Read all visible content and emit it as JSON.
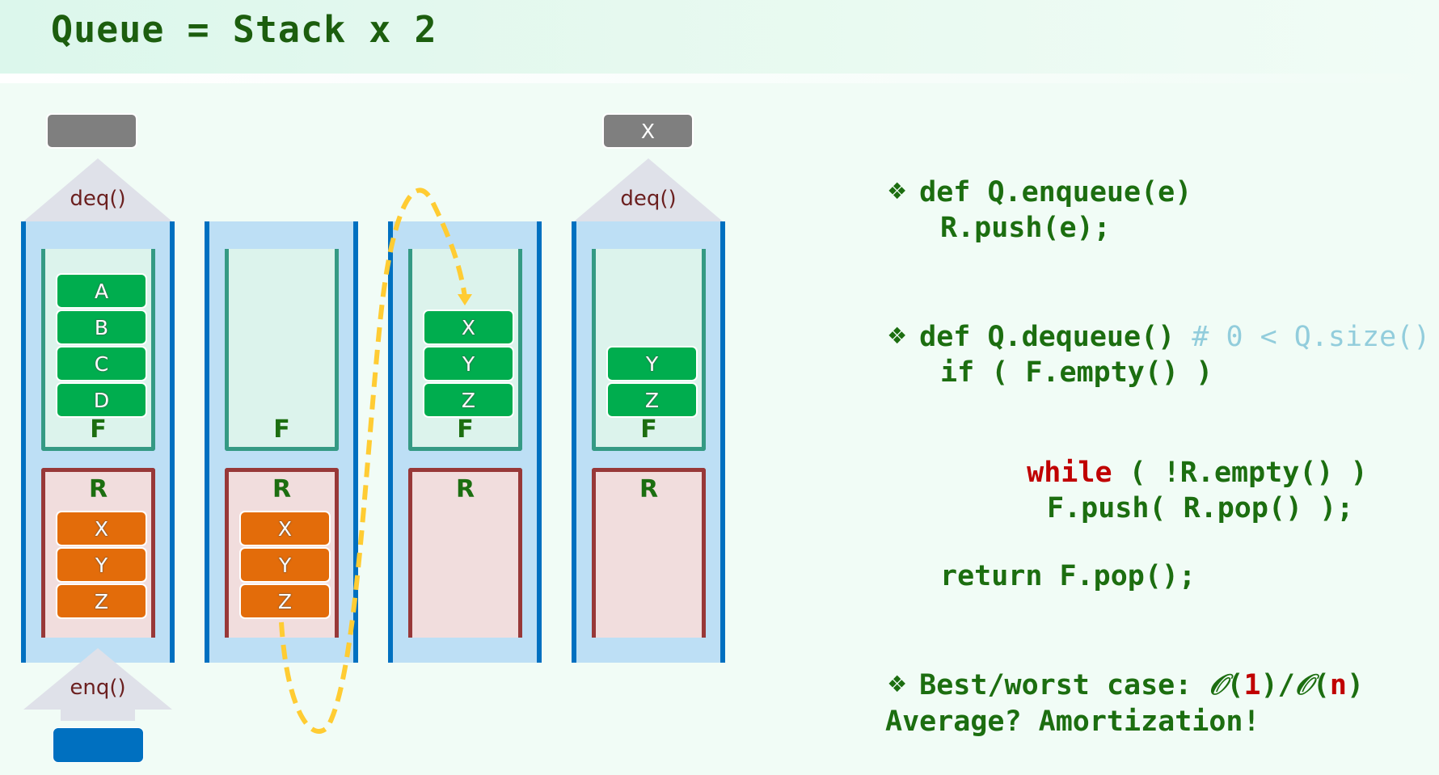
{
  "title": "Queue = Stack x 2",
  "colors": {
    "title_text": "#1c5e0e",
    "code_text": "#1c6e10",
    "keyword_red": "#c00000",
    "comment": "#92cddc",
    "front_item": "#00ad4e",
    "rear_item": "#e36c0a",
    "column_border": "#0070c0",
    "front_border": "#359a84",
    "rear_border": "#983838",
    "output_box": "#7f7f7f",
    "input_box": "#0070c0",
    "transfer_arrow": "#ffcc33"
  },
  "diagram": {
    "columns": [
      {
        "front_label": "F",
        "rear_label": "R",
        "front_items": [
          "A",
          "B",
          "C",
          "D"
        ],
        "rear_items": [
          "X",
          "Y",
          "Z"
        ],
        "top_arrow": {
          "label": "deq()",
          "output": ""
        },
        "bottom_arrow": {
          "label": "enq()"
        }
      },
      {
        "front_label": "F",
        "rear_label": "R",
        "front_items": [],
        "rear_items": [
          "X",
          "Y",
          "Z"
        ]
      },
      {
        "front_label": "F",
        "rear_label": "R",
        "front_items": [
          "X",
          "Y",
          "Z"
        ],
        "rear_items": []
      },
      {
        "front_label": "F",
        "rear_label": "R",
        "front_items": [
          "Y",
          "Z"
        ],
        "rear_items": [],
        "top_arrow": {
          "label": "deq()",
          "output": "X"
        }
      }
    ]
  },
  "code": {
    "bullet_icon": "❖",
    "enqueue_def": "def Q.enqueue(e)",
    "enqueue_body": "R.push(e);",
    "dequeue_def": "def Q.dequeue()",
    "dequeue_comment": " # 0 < Q.size()",
    "if_line": "if ( F.empty() )",
    "while_kw": "while",
    "while_rest": " ( !R.empty() )",
    "push_line": "F.push( R.pop() );",
    "return_line": "return F.pop();",
    "complexity_prefix": "Best/worst case: ",
    "big_o_1": "𝒪",
    "open_paren_1": "(",
    "best_value": "1",
    "mid": ")/",
    "big_o_2": "𝒪",
    "open_paren_2": "(",
    "worst_value": "n",
    "close_paren": ")",
    "average_line": "Average? Amortization!"
  }
}
